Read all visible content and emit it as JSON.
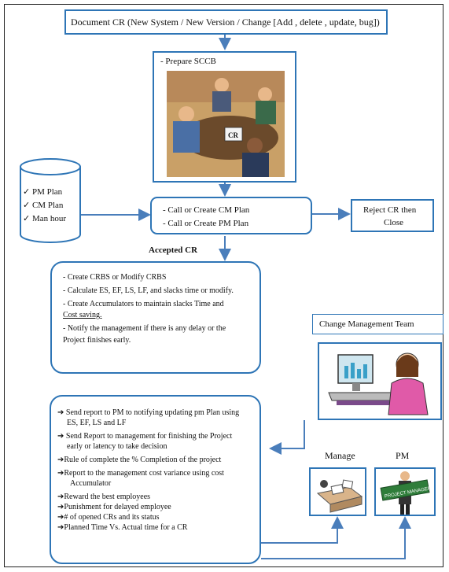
{
  "top_box": {
    "text": "Document CR (New System / New Version / Change [Add , delete , update, bug])"
  },
  "sccb": {
    "label": "- Prepare SCCB",
    "image_text": "CR"
  },
  "cylinder": {
    "items": [
      "PM Plan",
      "CM Plan",
      "Man hour"
    ],
    "check": "✓"
  },
  "call_box": {
    "lines": [
      "- Call  or Create CM Plan",
      "- Call or Create PM Plan"
    ]
  },
  "reject_box": {
    "lines": [
      "Reject CR then",
      "Close"
    ]
  },
  "accepted_label": "Accepted CR",
  "crbs_box": {
    "items": [
      "- Create CRBS or Modify CRBS",
      "- Calculate ES, EF, LS, LF, and slacks time or modify.",
      "- Create Accumulators to maintain slacks Time and",
      "  Cost saving.",
      "- Notify the management if there is any delay or the",
      "  Project finishes early."
    ]
  },
  "cmt_label": "Change Management Team",
  "report_box": {
    "arrow": "➔",
    "items": [
      {
        "line1": "Send report to PM to notifying updating pm Plan using",
        "line2": "ES, EF, LS   and LF"
      },
      {
        "line1": " Send Report to management  for finishing the  Project",
        "line2": "early  or latency to take decision"
      },
      {
        "line1": "Rule of complete the %   Completion of the project",
        "line2": ""
      },
      {
        "line1": "Report to the management cost variance  using cost",
        "line2": "Accumulator"
      },
      {
        "line1": "Reward the best employees",
        "line2": ""
      },
      {
        "line1": "Punishment for delayed employee",
        "line2": ""
      },
      {
        "line1": "# of opened CRs and its status",
        "line2": ""
      },
      {
        "line1": "Planned Time Vs. Actual time for a CR",
        "line2": ""
      }
    ]
  },
  "manage_label": "Manage",
  "pm_label": "PM",
  "pm_sign_text": "PROJECT MANAGER",
  "colors": {
    "border_blue": "#2e75b6",
    "arrow_blue": "#4a7ebb"
  }
}
